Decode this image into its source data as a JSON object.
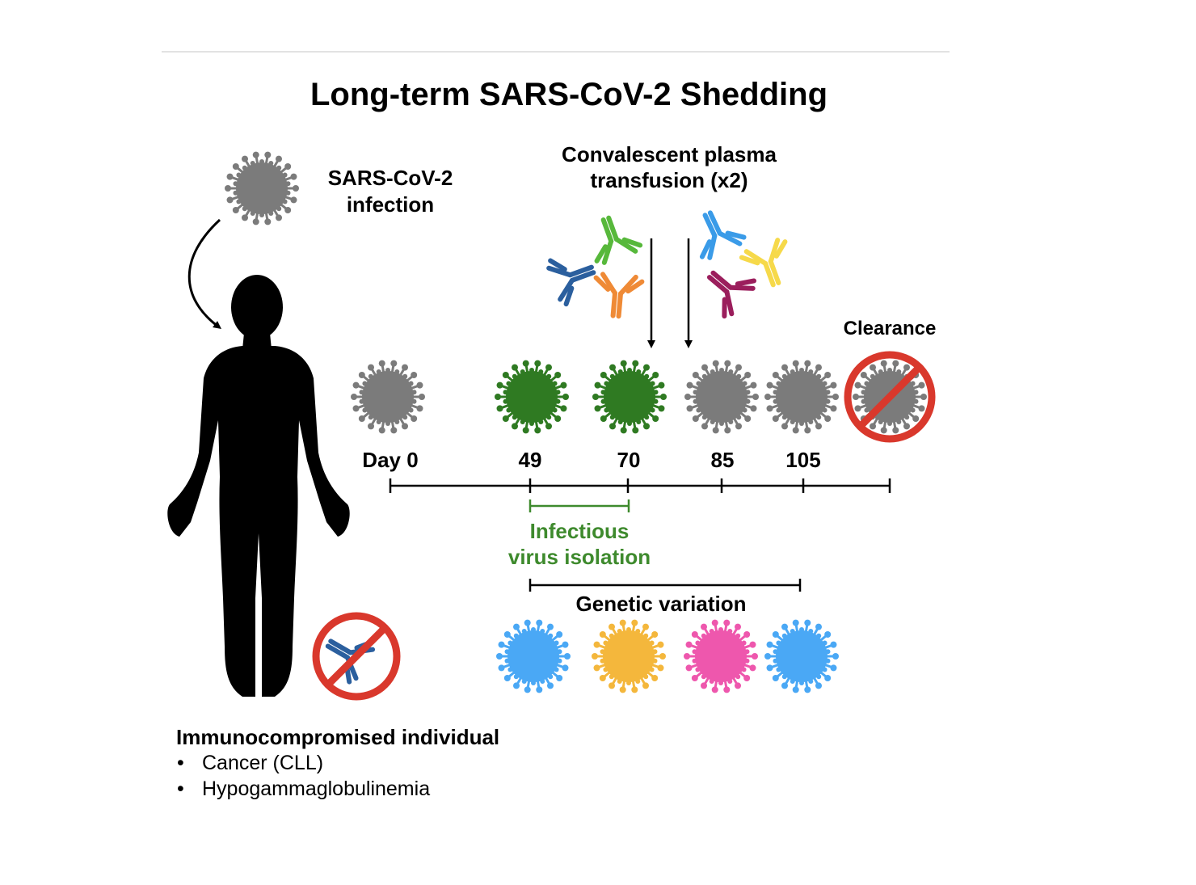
{
  "title": "Long-term SARS-CoV-2 Shedding",
  "infection_label": {
    "line1": "SARS-CoV-2",
    "line2": "infection"
  },
  "plasma_label": {
    "line1": "Convalescent plasma",
    "line2": "transfusion (x2)"
  },
  "clearance_label": "Clearance",
  "day_labels": [
    "Day 0",
    "49",
    "70",
    "85",
    "105"
  ],
  "timeline_virus_colors": [
    "#7b7b7b",
    "#2f7a22",
    "#2f7a22",
    "#7b7b7b",
    "#7b7b7b"
  ],
  "cleared_virus_color": "#7b7b7b",
  "isolation_label": {
    "line1": "Infectious",
    "line2": "virus isolation"
  },
  "isolation_color": "#3e8a2d",
  "genetic_label": "Genetic variation",
  "variant_colors": [
    "#4aa8f5",
    "#f4b73c",
    "#ee57ad",
    "#4aa8f5"
  ],
  "antibody_colors": {
    "navy": "#2b5f9e",
    "green": "#57b83b",
    "orange": "#ef8a36",
    "light_blue": "#3a9be8",
    "yellow": "#f6d94a",
    "maroon": "#9b1e5c"
  },
  "prohibition_color": "#d9382c",
  "patient_heading": "Immunocompromised individual",
  "conditions": [
    "Cancer (CLL)",
    "Hypogammaglobulinemia"
  ],
  "icons": [
    "virus-icon",
    "human-silhouette-icon",
    "antibody-icon",
    "no-antibody-icon",
    "cleared-virus-icon",
    "down-arrow-icon",
    "curved-arrow-icon"
  ]
}
